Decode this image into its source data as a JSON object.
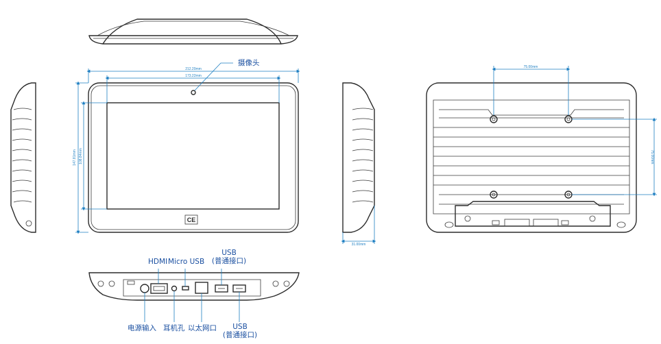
{
  "labels": {
    "camera": "摄像头",
    "hdmi": "HDMI",
    "micro_usb": "Micro USB",
    "usb_top_line1": "USB",
    "usb_top_line2": "(普通接口)",
    "power_input": "电源输入",
    "earphone": "耳机孔",
    "ethernet": "以太网口",
    "usb_bottom_line1": "USB",
    "usb_bottom_line2": "(普通接口)"
  },
  "dimensions": {
    "front_width_outer": "212.20mm",
    "front_width_screen": "173.22mm",
    "front_height_outer": "147.81mm",
    "front_height_screen": "108.84mm",
    "side_thickness": "31.00mm",
    "vesa_horizontal": "75.00mm",
    "vesa_vertical": "75.00mm"
  },
  "logo": "CE"
}
